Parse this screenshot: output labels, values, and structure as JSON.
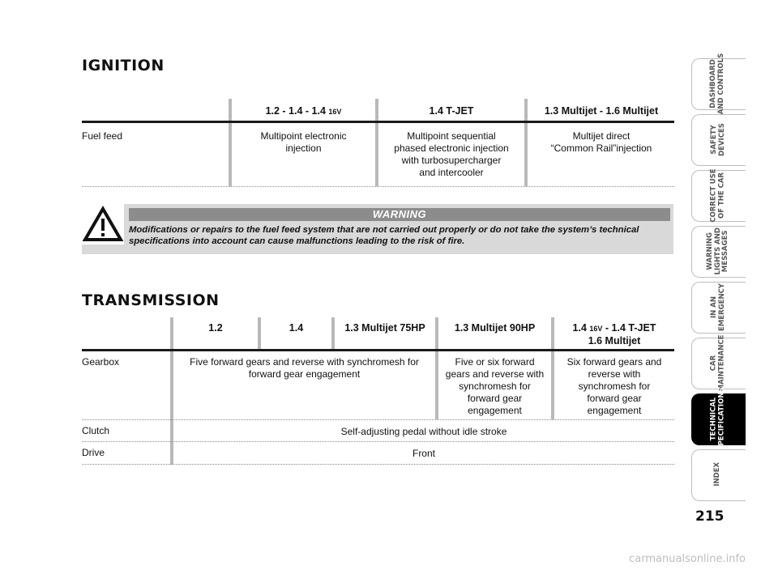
{
  "ignition": {
    "title": "IGNITION",
    "columns": [
      "1.2 - 1.4 - 1.4",
      "1.4 T-JET",
      "1.3 Multijet - 1.6 Multijet"
    ],
    "col1_suffix": "16V",
    "row_label": "Fuel feed",
    "cells": [
      "Multipoint electronic\ninjection",
      "Multipoint sequential\nphased electronic injection\nwith turbosupercharger\nand intercooler",
      "Multijet direct\n“Common Rail”injection"
    ]
  },
  "warning": {
    "heading": "WARNING",
    "text": "Modifications or repairs to the fuel feed system that are not carried out properly or do not take the system’s technical specifications into account can cause malfunctions leading to the risk of fire."
  },
  "transmission": {
    "title": "TRANSMISSION",
    "columns": [
      "1.2",
      "1.4",
      "1.3 Multijet 75HP",
      "1.3 Multijet 90HP"
    ],
    "col5_part1": "1.4",
    "col5_suffix": "16V",
    "col5_part2": "- 1.4 T-JET",
    "col5_line2": "1.6 Multijet",
    "rows": {
      "gearbox_label": "Gearbox",
      "gearbox_a": "Five forward gears and reverse with synchromesh for\nforward gear engagement",
      "gearbox_b": "Five or six forward\ngears and reverse with\nsynchromesh for\nforward gear\nengagement",
      "gearbox_c": "Six forward gears and\nreverse with\nsynchromesh for\nforward gear\nengagement",
      "clutch_label": "Clutch",
      "clutch_value": "Self-adjusting pedal without idle stroke",
      "drive_label": "Drive",
      "drive_value": "Front"
    }
  },
  "sidebar": {
    "tabs": [
      "DASHBOARD\nAND CONTROLS",
      "SAFETY\nDEVICES",
      "CORRECT USE\nOF THE CAR",
      "WARNING\nLIGHTS AND\nMESSAGES",
      "IN AN\nEMERGENCY",
      "CAR\nMAINTENANCE",
      "TECHNICAL\nSPECIFICATIONS",
      "INDEX"
    ],
    "active_index": 6
  },
  "page_number": "215",
  "footer": "carmanualsonline.info",
  "colors": {
    "warning_bg": "#d9d9d9",
    "warning_head": "#8c8c8c",
    "rule": "#b9b9b9",
    "active_tab": "#000000"
  }
}
